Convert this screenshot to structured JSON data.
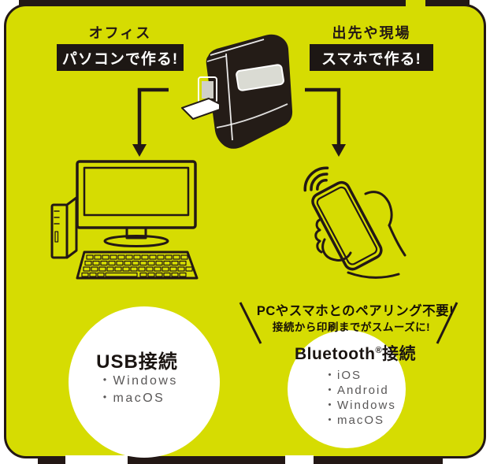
{
  "palette": {
    "background_green": "#d6dc02",
    "ink_black": "#231815",
    "panel_white": "#ffffff",
    "list_gray": "#595757"
  },
  "office_flow": {
    "location": "オフィス",
    "badge": "パソコンで作る!"
  },
  "field_flow": {
    "location": "出先や現場",
    "badge": "スマホで作る!"
  },
  "usb_circle": {
    "title": "USB接続",
    "os_list": [
      "・Windows",
      "・macOS"
    ]
  },
  "bluetooth_circle": {
    "title_brand": "Bluetooth",
    "title_reg": "®",
    "title_suffix": "接続",
    "os_list": [
      "・iOS",
      "・Android",
      "・Windows",
      "・macOS"
    ]
  },
  "bluetooth_callout": {
    "line1": "PCやスマホとのペアリング不要!",
    "line2": "接続から印刷までがスムーズに!"
  },
  "icons": {
    "printer": "label-printer-illustration",
    "computer": "desktop-pc-illustration",
    "phone": "smartphone-in-hand-illustration",
    "waves": "wireless-waves-icon",
    "arrows": "flow-arrow"
  }
}
